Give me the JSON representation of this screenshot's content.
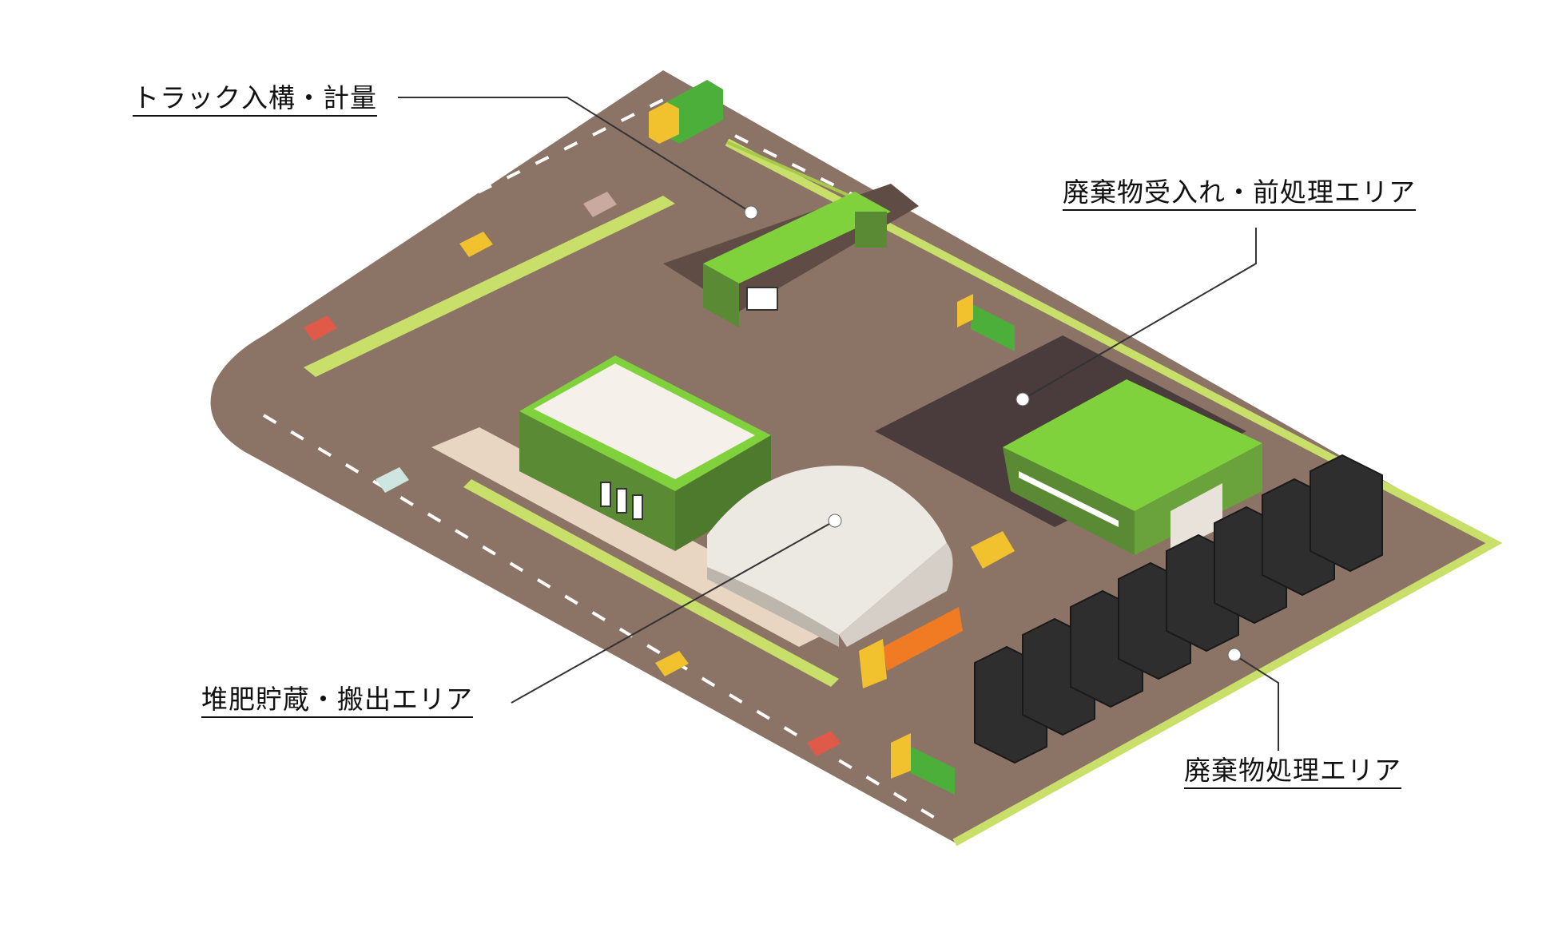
{
  "labels": {
    "truck_entry": "トラック入構・計量",
    "waste_receiving": "廃棄物受入れ・前処理エリア",
    "compost_storage": "堆肥貯蔵・搬出エリア",
    "waste_processing": "廃棄物処理エリア"
  },
  "colors": {
    "ground": "#8b7466",
    "dark_pad": "#4a3c3c",
    "green_roof": "#7fd23c",
    "green_wall": "#5a8a34",
    "fence": "#c8e06a",
    "dome": "#ece8e2",
    "container": "#2e2e2e",
    "truck_yellow": "#f2c12e",
    "truck_green": "#4caf3a",
    "orange_bed": "#f07b22"
  }
}
